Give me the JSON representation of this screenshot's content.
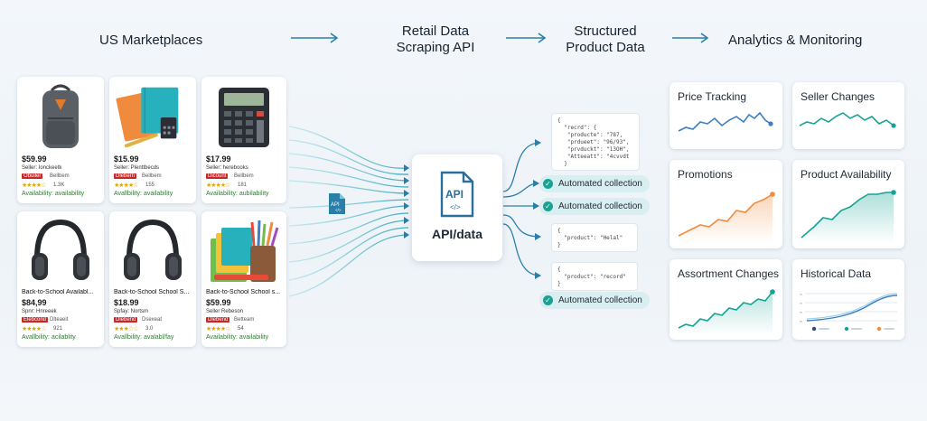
{
  "headers": {
    "marketplaces": "US Marketplaces",
    "scraping_api_line1": "Retail Data",
    "scraping_api_line2": "Scraping API",
    "structured_line1": "Structured",
    "structured_line2": "Product Data",
    "analytics": "Analytics & Monitoring"
  },
  "products": [
    {
      "price": "$59.99",
      "seller": "Seller: Ionckeetk",
      "badge": "Obuiler",
      "badge2": "Bellbem",
      "rating": "1.3K",
      "availability": "Availability: availability",
      "icon": "backpack-icon"
    },
    {
      "price": "$15.99",
      "seller": "Seller: Plenttbecds",
      "badge": "Dlebern",
      "badge2": "Bellbem",
      "rating": "155",
      "availability": "Avallbility: availability",
      "icon": "notebooks-icon"
    },
    {
      "price": "$17.99",
      "seller": "Seller: herebooks",
      "badge": "Dicount",
      "badge2": "Bellbem",
      "rating": "181",
      "availability": "Availability: aubilability",
      "icon": "calculator-icon"
    },
    {
      "title": "Back-to-School Availabl...",
      "price": "$84,99",
      "seller": "Spnr: Hnreeek",
      "badge": "Elebcond",
      "badge2": "Dlteaeit",
      "rating": "921",
      "availability": "Avallbility: acilablity",
      "icon": "headphones-icon"
    },
    {
      "title": "Back-to-School School S...",
      "price": "$18.99",
      "seller": "Spfay: Nortsm",
      "badge": "Dlebend",
      "badge2": "Dsexeat",
      "rating": "3.0",
      "availability": "Avallbility: avalabl/fay",
      "icon": "headphones-icon"
    },
    {
      "title": "Back-to-School School s...",
      "price": "$59.99",
      "seller": "Seller Rebeson",
      "badge": "Dlebend",
      "badge2": "Betteam",
      "rating": "54",
      "availability": "Availability: availability",
      "icon": "school-supplies-icon"
    }
  ],
  "api": {
    "small_label": "API",
    "box_text": "API",
    "box_code": "</>",
    "box_label": "API/data"
  },
  "json_snippets": {
    "first": "{\n  \"recrd\": {\n   \"producte\": \"787,\n   \"prdueet\": \"96/93\",\n   \"prvduckt\": \"13OH\",\n   \"Atteeatt\": \"4cvvdt\n  }",
    "second": "{\n  \"product\": \"Helal\"\n}",
    "third": "{\n  \"product\": \"record\"\n}"
  },
  "collection_pills": [
    "Automated collection",
    "Automated collection",
    "Automated collection"
  ],
  "analytics_tiles": [
    {
      "title": "Price Tracking"
    },
    {
      "title": "Seller Changes"
    },
    {
      "title": "Promotions"
    },
    {
      "title": "Product Availability"
    },
    {
      "title": "Assortment Changes"
    },
    {
      "title": "Historical Data"
    }
  ],
  "colors": {
    "accent": "#2a7fa8",
    "teal": "#16a394",
    "orange": "#f08a3c",
    "blue": "#3d7fc2"
  }
}
